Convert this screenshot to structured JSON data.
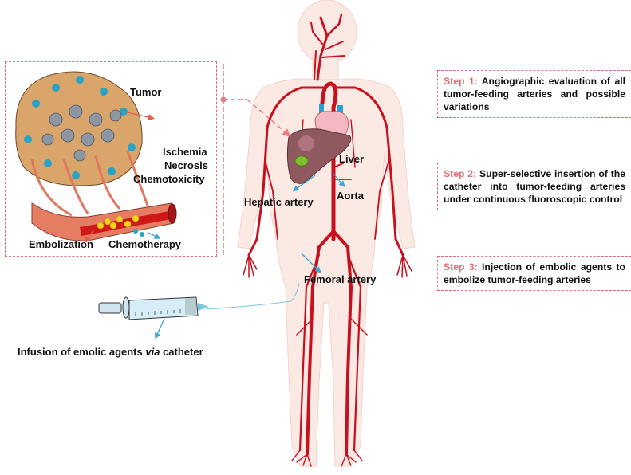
{
  "inset": {
    "tumor_label": "Tumor",
    "effects": [
      "Ischemia",
      "Necrosis",
      "Chemotoxicity"
    ],
    "embolization_label": "Embolization",
    "chemotherapy_label": "Chemotherapy"
  },
  "anatomy": {
    "liver_label": "Liver",
    "aorta_label": "Aorta",
    "hepatic_artery_label": "Hepatic artery",
    "femoral_artery_label": "Femoral artery"
  },
  "syringe": {
    "caption_prefix": "Infusion of emolic agents ",
    "caption_italic": "via",
    "caption_suffix": " catheter"
  },
  "steps": [
    {
      "number": "Step 1:",
      "text": " Angiographic evaluation of all tumor-feeding arteries and possible variations"
    },
    {
      "number": "Step 2:",
      "text": " Super-selective insertion of the catheter into tumor-feeding arteries under continuous fluoroscopic control"
    },
    {
      "number": "Step 3:",
      "text": " Injection of embolic agents to embolize tumor-feeding arteries"
    }
  ],
  "colors": {
    "accent_dashed": "#e06a78",
    "artery": "#c8101e",
    "skin": "#fbe9e4",
    "pointer_arrow": "#3aa6d6"
  }
}
